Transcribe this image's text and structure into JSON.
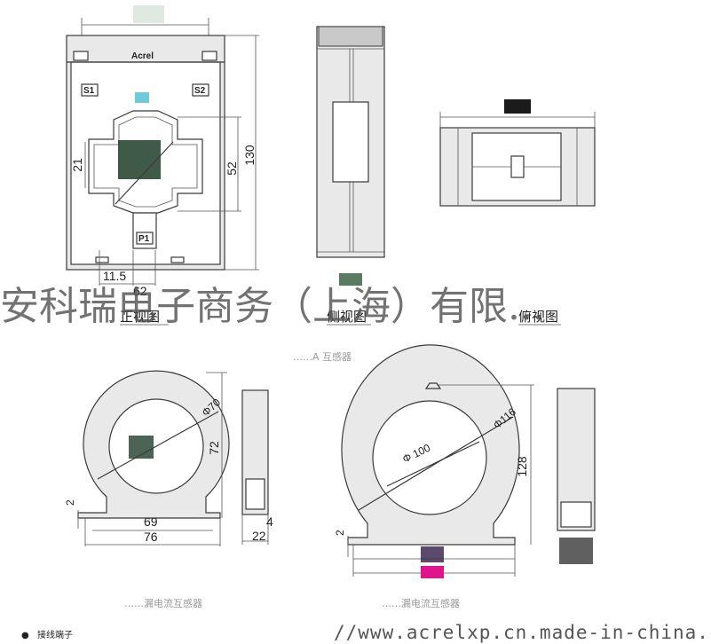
{
  "front_view": {
    "label": "正视图",
    "brand": "Acrel",
    "terminals": [
      "S1",
      "S2",
      "P1"
    ],
    "dims": {
      "width_total": "62",
      "offset": "11.5",
      "height_total": "130",
      "window_height": "52",
      "window_side": "21"
    }
  },
  "side_view": {
    "label": "侧视图"
  },
  "top_view": {
    "label": "俯视图"
  },
  "upper_caption": "……A 互感器",
  "ring_small": {
    "caption": "……漏电流互感器",
    "dims": {
      "bore": "Φ70",
      "height": "72",
      "base_inner": "69",
      "base_outer": "76",
      "foot": "2",
      "depth": "22",
      "depth_small": "4"
    }
  },
  "ring_large": {
    "caption": "……漏电流互感器",
    "dims": {
      "bore": "Φ116",
      "inner": "Φ 100",
      "height": "128",
      "foot": "2"
    }
  },
  "watermark": "安科瑞电子商务（上海）有限...",
  "website": "//www.acrelxp.cn.made-in-china.com",
  "legend": {
    "bullet": "●",
    "text": "接线端子"
  },
  "colors": {
    "line": "#3a3a3a",
    "body": "#e9e9e9",
    "magenta": "#e0148c",
    "patch_dark": "#1f3d2a",
    "patch_cyan": "#33b5c8"
  }
}
